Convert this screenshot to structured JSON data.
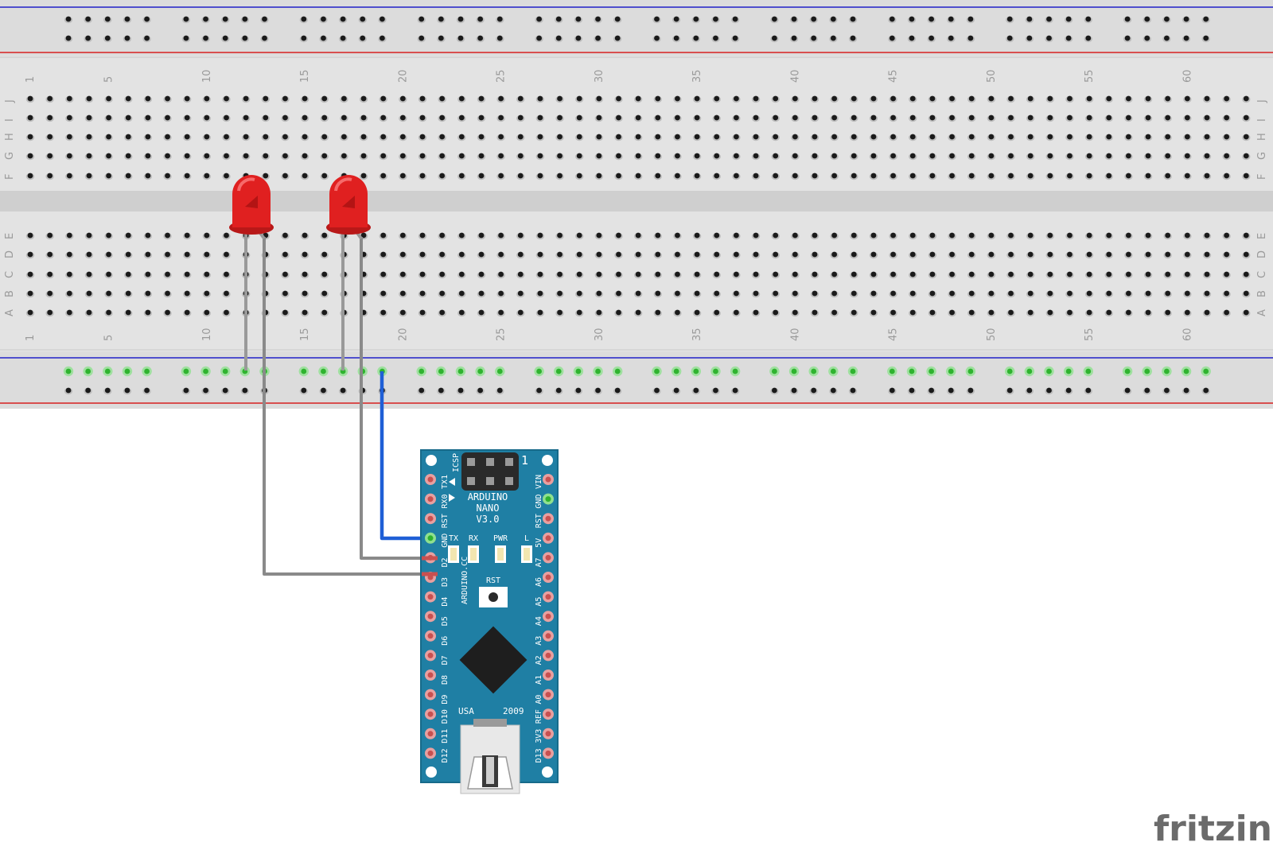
{
  "breadboard": {
    "column_labels": [
      "1",
      "5",
      "10",
      "15",
      "20",
      "25",
      "30",
      "35",
      "40",
      "45",
      "50",
      "55",
      "60"
    ],
    "row_labels_top": [
      "J",
      "I",
      "H",
      "G",
      "F"
    ],
    "row_labels_bottom": [
      "E",
      "D",
      "C",
      "B",
      "A"
    ]
  },
  "arduino": {
    "title_line1": "ARDUINO",
    "title_line2": "NANO",
    "title_line3": "V3.0",
    "icsp": "ICSP",
    "icsp_pin1": "1",
    "vertical_brand": "ARDUINO.CC",
    "led_labels": [
      "TX",
      "RX",
      "PWR",
      "L"
    ],
    "reset_label": "RST",
    "usa": "USA",
    "year": "2009",
    "left_pins": [
      "TX1",
      "RX0",
      "RST",
      "GND",
      "D2",
      "D3",
      "D4",
      "D5",
      "D6",
      "D7",
      "D8",
      "D9",
      "D10",
      "D11",
      "D12"
    ],
    "right_pins": [
      "VIN",
      "GND",
      "RST",
      "5V",
      "A7",
      "A6",
      "A5",
      "A4",
      "A3",
      "A2",
      "A1",
      "A0",
      "REF",
      "3V3",
      "D13"
    ]
  },
  "components": {
    "led1": "red-led",
    "led2": "red-led"
  },
  "colors": {
    "board_blue": "#1f7fa4",
    "wire_gray": "#8a8a8a",
    "wire_blue": "#1f5fd6",
    "led_red": "#e02020",
    "rail_red": "#d62020",
    "rail_blue": "#2020c8",
    "active_green": "#38c238"
  },
  "watermark": "fritzing"
}
